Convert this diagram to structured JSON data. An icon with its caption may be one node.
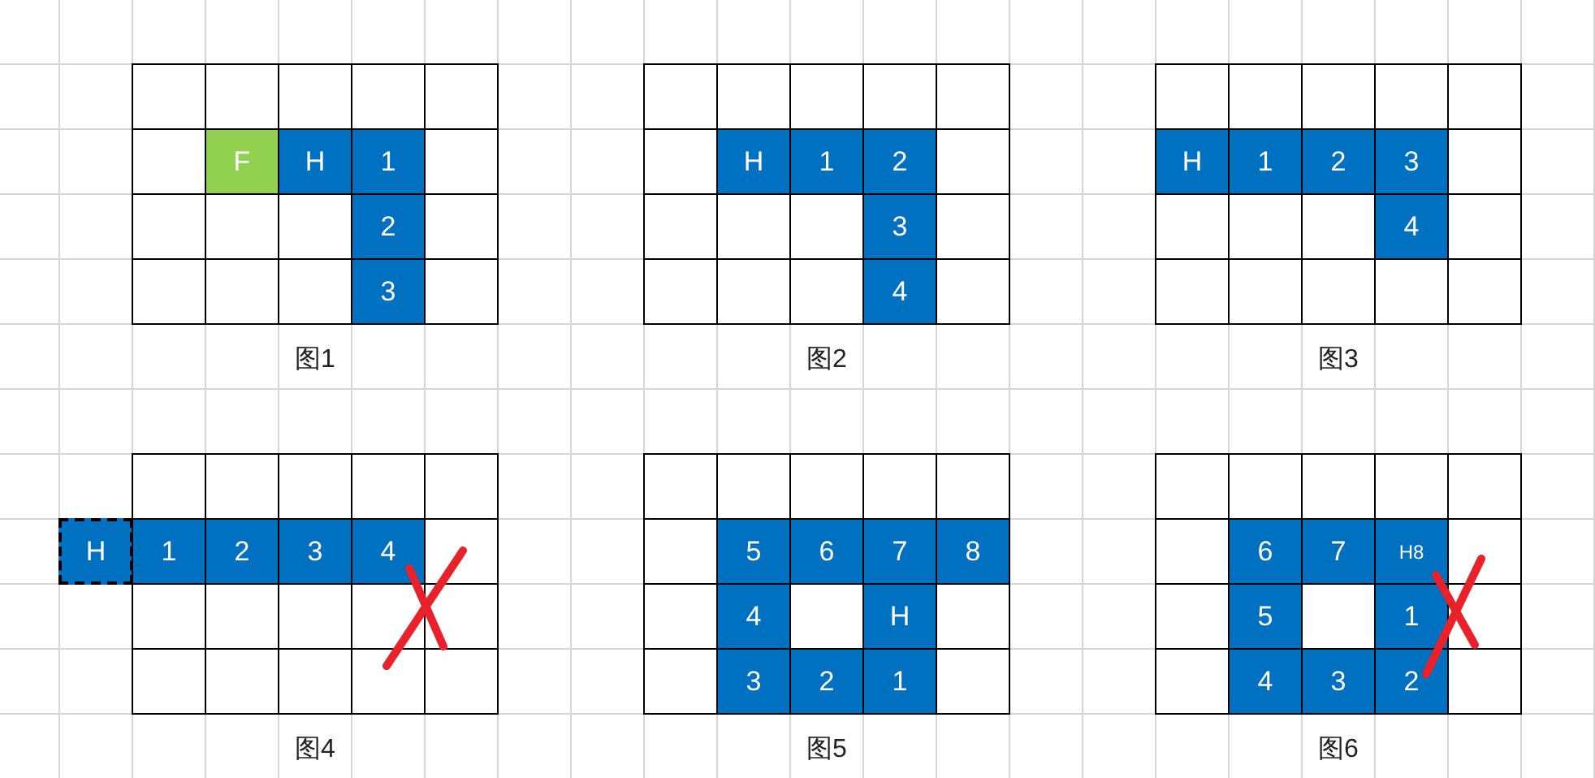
{
  "diagram": {
    "nodes": [
      {
        "text": [],
        "shape": "grid",
        "beside": [
          "图1"
        ]
      },
      {
        "text": [],
        "shape": "box",
        "in": 0
      },
      {
        "text": [],
        "shape": "box",
        "in": 0
      },
      {
        "text": [],
        "shape": "box",
        "in": 0
      },
      {
        "text": [],
        "shape": "box",
        "in": 0
      },
      {
        "text": [],
        "shape": "box",
        "in": 0
      },
      {
        "text": [],
        "shape": "box",
        "in": 0
      },
      {
        "text": [
          "F"
        ],
        "in": 0
      },
      {
        "text": [
          "H"
        ],
        "in": 0
      },
      {
        "text": [
          "1"
        ],
        "in": 0
      },
      {
        "text": [],
        "shape": "box",
        "in": 0
      },
      {
        "text": [],
        "shape": "box",
        "in": 0
      },
      {
        "text": [],
        "shape": "box",
        "in": 0
      },
      {
        "text": [],
        "shape": "box",
        "in": 0
      },
      {
        "text": [
          "2"
        ],
        "in": 0
      },
      {
        "text": [],
        "shape": "box",
        "in": 0
      },
      {
        "text": [],
        "shape": "box",
        "in": 0
      },
      {
        "text": [],
        "shape": "box",
        "in": 0
      },
      {
        "text": [],
        "shape": "box",
        "in": 0
      },
      {
        "text": [
          "3"
        ],
        "in": 0
      },
      {
        "text": [],
        "shape": "box",
        "in": 0
      },
      {
        "text": [],
        "shape": "grid",
        "beside": [
          "图2"
        ]
      },
      {
        "text": [],
        "shape": "box",
        "in": 21
      },
      {
        "text": [],
        "shape": "box",
        "in": 21
      },
      {
        "text": [],
        "shape": "box",
        "in": 21
      },
      {
        "text": [],
        "shape": "box",
        "in": 21
      },
      {
        "text": [],
        "shape": "box",
        "in": 21
      },
      {
        "text": [],
        "shape": "box",
        "in": 21
      },
      {
        "text": [
          "H"
        ],
        "in": 21
      },
      {
        "text": [
          "1"
        ],
        "in": 21
      },
      {
        "text": [
          "2"
        ],
        "in": 21
      },
      {
        "text": [],
        "shape": "box",
        "in": 21
      },
      {
        "text": [],
        "shape": "box",
        "in": 21
      },
      {
        "text": [],
        "shape": "box",
        "in": 21
      },
      {
        "text": [],
        "shape": "box",
        "in": 21
      },
      {
        "text": [
          "3"
        ],
        "in": 21
      },
      {
        "text": [],
        "shape": "box",
        "in": 21
      },
      {
        "text": [],
        "shape": "box",
        "in": 21
      },
      {
        "text": [],
        "shape": "box",
        "in": 21
      },
      {
        "text": [],
        "shape": "box",
        "in": 21
      },
      {
        "text": [
          "4"
        ],
        "in": 21
      },
      {
        "text": [],
        "shape": "box",
        "in": 21
      },
      {
        "text": [],
        "shape": "grid",
        "beside": [
          "图3"
        ]
      },
      {
        "text": [],
        "shape": "box",
        "in": 42
      },
      {
        "text": [],
        "shape": "box",
        "in": 42
      },
      {
        "text": [],
        "shape": "box",
        "in": 42
      },
      {
        "text": [],
        "shape": "box",
        "in": 42
      },
      {
        "text": [],
        "shape": "box",
        "in": 42
      },
      {
        "text": [
          "H"
        ],
        "in": 42
      },
      {
        "text": [
          "1"
        ],
        "in": 42
      },
      {
        "text": [
          "2"
        ],
        "in": 42
      },
      {
        "text": [
          "3"
        ],
        "in": 42
      },
      {
        "text": [],
        "shape": "box",
        "in": 42
      },
      {
        "text": [],
        "shape": "box",
        "in": 42
      },
      {
        "text": [],
        "shape": "box",
        "in": 42
      },
      {
        "text": [],
        "shape": "box",
        "in": 42
      },
      {
        "text": [
          "4"
        ],
        "in": 42
      },
      {
        "text": [],
        "shape": "box",
        "in": 42
      },
      {
        "text": [],
        "shape": "box",
        "in": 42
      },
      {
        "text": [],
        "shape": "box",
        "in": 42
      },
      {
        "text": [],
        "shape": "box",
        "in": 42
      },
      {
        "text": [],
        "shape": "box",
        "in": 42
      },
      {
        "text": [],
        "shape": "box",
        "in": 42
      },
      {
        "text": [
          "H"
        ]
      },
      {
        "text": [],
        "shape": "grid",
        "beside": [
          "图4"
        ]
      },
      {
        "text": [],
        "shape": "box",
        "in": 64
      },
      {
        "text": [],
        "shape": "box",
        "in": 64
      },
      {
        "text": [],
        "shape": "box",
        "in": 64
      },
      {
        "text": [],
        "shape": "box",
        "in": 64
      },
      {
        "text": [],
        "shape": "box",
        "in": 64
      },
      {
        "text": [
          "1"
        ],
        "in": 64
      },
      {
        "text": [
          "2"
        ],
        "in": 64
      },
      {
        "text": [
          "3"
        ],
        "in": 64
      },
      {
        "text": [
          "4"
        ],
        "in": 64
      },
      {
        "text": [],
        "shape": "box",
        "in": 64
      },
      {
        "text": [],
        "shape": "box",
        "in": 64
      },
      {
        "text": [],
        "shape": "box",
        "in": 64
      },
      {
        "text": [],
        "shape": "box",
        "in": 64
      },
      {
        "text": [],
        "shape": "box",
        "in": 64
      },
      {
        "text": [],
        "shape": "box",
        "in": 64
      },
      {
        "text": [],
        "shape": "box",
        "in": 64
      },
      {
        "text": [],
        "shape": "box",
        "in": 64
      },
      {
        "text": [],
        "shape": "box",
        "in": 64
      },
      {
        "text": [],
        "shape": "box",
        "in": 64
      },
      {
        "text": [],
        "shape": "box",
        "in": 64
      },
      {
        "text": [],
        "shape": "grid",
        "beside": [
          "图5"
        ]
      },
      {
        "text": [],
        "shape": "box",
        "in": 85
      },
      {
        "text": [],
        "shape": "box",
        "in": 85
      },
      {
        "text": [],
        "shape": "box",
        "in": 85
      },
      {
        "text": [],
        "shape": "box",
        "in": 85
      },
      {
        "text": [],
        "shape": "box",
        "in": 85
      },
      {
        "text": [],
        "shape": "box",
        "in": 85
      },
      {
        "text": [
          "5"
        ],
        "in": 85
      },
      {
        "text": [
          "6"
        ],
        "in": 85
      },
      {
        "text": [
          "7"
        ],
        "in": 85
      },
      {
        "text": [
          "8"
        ],
        "in": 85
      },
      {
        "text": [],
        "shape": "box",
        "in": 85
      },
      {
        "text": [
          "4"
        ],
        "in": 85
      },
      {
        "text": [],
        "shape": "box",
        "in": 85
      },
      {
        "text": [
          "H"
        ],
        "in": 85
      },
      {
        "text": [],
        "shape": "box",
        "in": 85
      },
      {
        "text": [],
        "shape": "box",
        "in": 85
      },
      {
        "text": [
          "3"
        ],
        "in": 85
      },
      {
        "text": [
          "2"
        ],
        "in": 85
      },
      {
        "text": [
          "1"
        ],
        "in": 85
      },
      {
        "text": [],
        "shape": "box",
        "in": 85
      },
      {
        "text": [],
        "shape": "grid",
        "beside": [
          "图6"
        ]
      },
      {
        "text": [],
        "shape": "box",
        "in": 106
      },
      {
        "text": [],
        "shape": "box",
        "in": 106
      },
      {
        "text": [],
        "shape": "box",
        "in": 106
      },
      {
        "text": [],
        "shape": "box",
        "in": 106
      },
      {
        "text": [],
        "shape": "box",
        "in": 106
      },
      {
        "text": [],
        "shape": "box",
        "in": 106
      },
      {
        "text": [
          "6"
        ],
        "in": 106
      },
      {
        "text": [
          "7"
        ],
        "in": 106
      },
      {
        "text": [
          "H8"
        ],
        "in": 106
      },
      {
        "text": [],
        "shape": "box",
        "in": 106
      },
      {
        "text": [],
        "shape": "box",
        "in": 106
      },
      {
        "text": [
          "5"
        ],
        "in": 106
      },
      {
        "text": [],
        "shape": "box",
        "in": 106
      },
      {
        "text": [
          "1"
        ],
        "in": 106
      },
      {
        "text": [],
        "shape": "box",
        "in": 106
      },
      {
        "text": [],
        "shape": "box",
        "in": 106
      },
      {
        "text": [
          "4"
        ],
        "in": 106
      },
      {
        "text": [
          "3"
        ],
        "in": 106
      },
      {
        "text": [
          "2"
        ],
        "in": 106
      },
      {
        "text": [],
        "shape": "box",
        "in": 106
      }
    ]
  }
}
